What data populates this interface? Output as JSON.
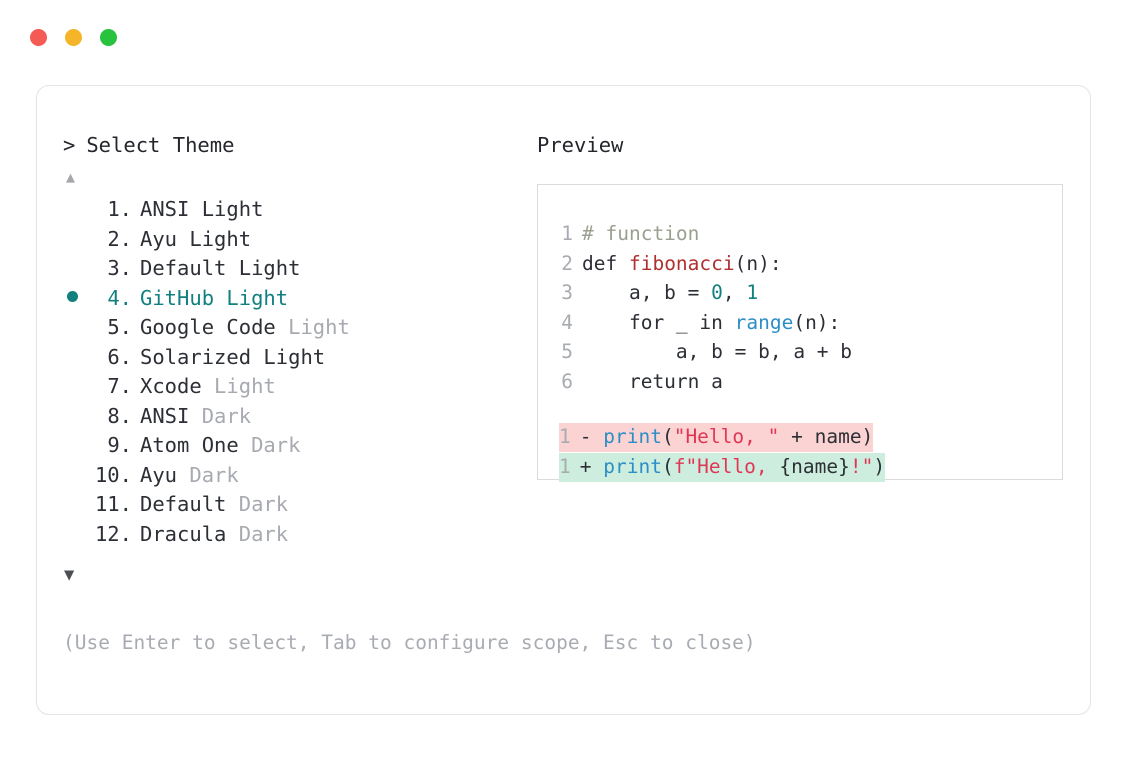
{
  "window": {
    "dots": [
      {
        "name": "close",
        "color": "#f45b55"
      },
      {
        "name": "minimize",
        "color": "#f5b529"
      },
      {
        "name": "maximize",
        "color": "#27c23e"
      }
    ]
  },
  "prompt": {
    "caret": ">",
    "label": "Select Theme"
  },
  "scroll": {
    "up_glyph": "▲",
    "down_glyph": "▼"
  },
  "selected_index": 4,
  "themes": [
    {
      "index": "1.",
      "name": "ANSI",
      "suffix": " Light",
      "suffix_dim": false,
      "selected": false
    },
    {
      "index": "2.",
      "name": "Ayu",
      "suffix": " Light",
      "suffix_dim": false,
      "selected": false
    },
    {
      "index": "3.",
      "name": "Default",
      "suffix": " Light",
      "suffix_dim": false,
      "selected": false
    },
    {
      "index": "4.",
      "name": "GitHub",
      "suffix": " Light",
      "suffix_dim": false,
      "selected": true
    },
    {
      "index": "5.",
      "name": "Google Code",
      "suffix": " Light",
      "suffix_dim": true,
      "selected": false
    },
    {
      "index": "6.",
      "name": "Solarized",
      "suffix": " Light",
      "suffix_dim": false,
      "selected": false
    },
    {
      "index": "7.",
      "name": "Xcode",
      "suffix": " Light",
      "suffix_dim": true,
      "selected": false
    },
    {
      "index": "8.",
      "name": "ANSI",
      "suffix": " Dark",
      "suffix_dim": true,
      "selected": false
    },
    {
      "index": "9.",
      "name": "Atom One",
      "suffix": " Dark",
      "suffix_dim": true,
      "selected": false
    },
    {
      "index": "10.",
      "name": "Ayu",
      "suffix": " Dark",
      "suffix_dim": true,
      "selected": false
    },
    {
      "index": "11.",
      "name": "Default",
      "suffix": " Dark",
      "suffix_dim": true,
      "selected": false
    },
    {
      "index": "12.",
      "name": "Dracula",
      "suffix": " Dark",
      "suffix_dim": true,
      "selected": false
    }
  ],
  "hint": "(Use Enter to select, Tab to configure scope, Esc to close)",
  "preview": {
    "title": "Preview",
    "code_lines": [
      {
        "no": "1",
        "tokens": [
          {
            "t": "# function",
            "c": "tok-comment"
          }
        ]
      },
      {
        "no": "2",
        "tokens": [
          {
            "t": "def ",
            "c": "tok-kw"
          },
          {
            "t": "fibonacci",
            "c": "tok-fn"
          },
          {
            "t": "(n):",
            "c": "tok-plain"
          }
        ]
      },
      {
        "no": "3",
        "tokens": [
          {
            "t": "    a, b = ",
            "c": "tok-plain"
          },
          {
            "t": "0",
            "c": "tok-num"
          },
          {
            "t": ", ",
            "c": "tok-plain"
          },
          {
            "t": "1",
            "c": "tok-num"
          }
        ]
      },
      {
        "no": "4",
        "tokens": [
          {
            "t": "    for _ in ",
            "c": "tok-plain"
          },
          {
            "t": "range",
            "c": "tok-builtin"
          },
          {
            "t": "(n):",
            "c": "tok-plain"
          }
        ]
      },
      {
        "no": "5",
        "tokens": [
          {
            "t": "        a, b = b, a + b",
            "c": "tok-plain"
          }
        ]
      },
      {
        "no": "6",
        "tokens": [
          {
            "t": "    return a",
            "c": "tok-plain"
          }
        ]
      }
    ],
    "diff_lines": [
      {
        "no": "1",
        "mark": "-",
        "kind": "del",
        "tokens": [
          {
            "t": "print",
            "c": "tok-builtin"
          },
          {
            "t": "(",
            "c": "tok-plain"
          },
          {
            "t": "\"Hello, \"",
            "c": "tok-str"
          },
          {
            "t": " + name)",
            "c": "tok-plain"
          }
        ]
      },
      {
        "no": "1",
        "mark": "+",
        "kind": "add",
        "tokens": [
          {
            "t": "print",
            "c": "tok-builtin"
          },
          {
            "t": "(",
            "c": "tok-plain"
          },
          {
            "t": "f\"Hello, ",
            "c": "tok-str"
          },
          {
            "t": "{name}",
            "c": "tok-plain"
          },
          {
            "t": "!\"",
            "c": "tok-str"
          },
          {
            "t": ")",
            "c": "tok-plain"
          }
        ]
      }
    ]
  },
  "colors": {
    "accent_teal": "#12807e",
    "text": "#2c2f35",
    "muted": "#a7aab0",
    "border": "#e4e4e6",
    "diff_del_bg": "#fbd3d3",
    "diff_add_bg": "#cdeede",
    "fn_red": "#b03030",
    "builtin_blue": "#2b8ec6",
    "string_red": "#e03655",
    "comment_olive": "#9aa08f"
  }
}
